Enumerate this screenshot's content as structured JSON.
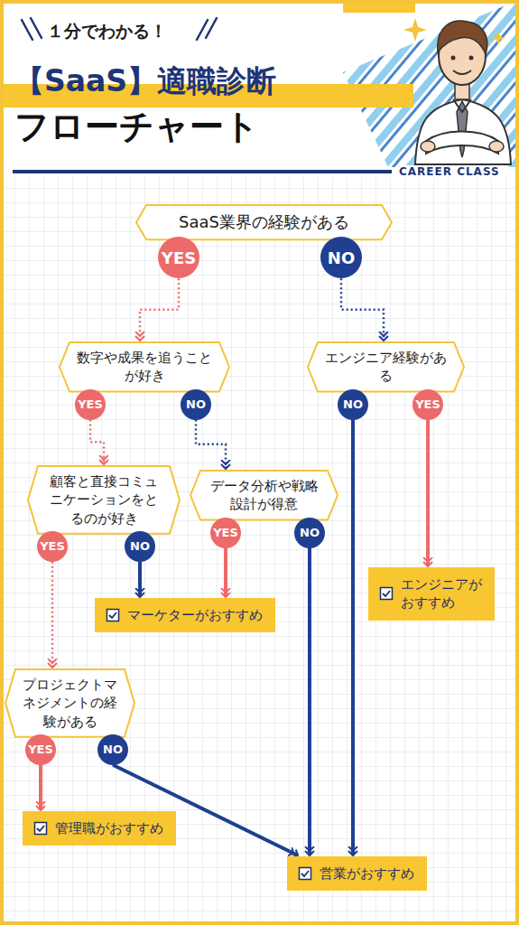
{
  "diagram": {
    "title": "【SaaS】適職診断 フローチャート",
    "nodes": [
      {
        "text": [
          "SaaS業界の経験がある"
        ]
      },
      {
        "text": [
          "YES"
        ]
      },
      {
        "text": [
          "NO"
        ]
      },
      {
        "text": [
          "数字や成果を追うことが好き"
        ]
      },
      {
        "text": [
          "エンジニア経験がある"
        ]
      },
      {
        "text": [
          "YES"
        ]
      },
      {
        "text": [
          "NO"
        ]
      },
      {
        "text": [
          "NO"
        ]
      },
      {
        "text": [
          "YES"
        ]
      },
      {
        "text": [
          "顧客と直接コミュニケーションをとるのが好き"
        ]
      },
      {
        "text": [
          "データ分析や戦略設計が得意"
        ]
      },
      {
        "text": [
          "YES"
        ]
      },
      {
        "text": [
          "NO"
        ]
      },
      {
        "text": [
          "YES"
        ]
      },
      {
        "text": [
          "NO"
        ]
      },
      {
        "text": [
          "マーケターがおすすめ"
        ]
      },
      {
        "text": [
          "エンジニアがおすすめ"
        ]
      },
      {
        "text": [
          "プロジェクトマネジメントの経験がある"
        ]
      },
      {
        "text": [
          "YES"
        ]
      },
      {
        "text": [
          "NO"
        ]
      },
      {
        "text": [
          "管理職がおすすめ"
        ]
      },
      {
        "text": [
          "営業がおすすめ"
        ]
      }
    ],
    "edges": [
      {
        "from": 1,
        "to": 3,
        "arrow": "to"
      },
      {
        "from": 2,
        "to": 4,
        "arrow": "to"
      },
      {
        "from": 5,
        "to": 9,
        "arrow": "to"
      },
      {
        "from": 6,
        "to": 10,
        "arrow": "to"
      },
      {
        "from": 7,
        "to": 21,
        "arrow": "to"
      },
      {
        "from": 8,
        "to": 16,
        "arrow": "to"
      },
      {
        "from": 11,
        "to": 17,
        "arrow": "to"
      },
      {
        "from": 12,
        "to": 15,
        "arrow": "to"
      },
      {
        "from": 13,
        "to": 15,
        "arrow": "to"
      },
      {
        "from": 14,
        "to": 21,
        "arrow": "to"
      },
      {
        "from": 18,
        "to": 20,
        "arrow": "to"
      },
      {
        "from": 19,
        "to": 21,
        "arrow": "to"
      }
    ],
    "labels": [
      "１分でわかる！",
      "CAREER CLASS"
    ]
  }
}
